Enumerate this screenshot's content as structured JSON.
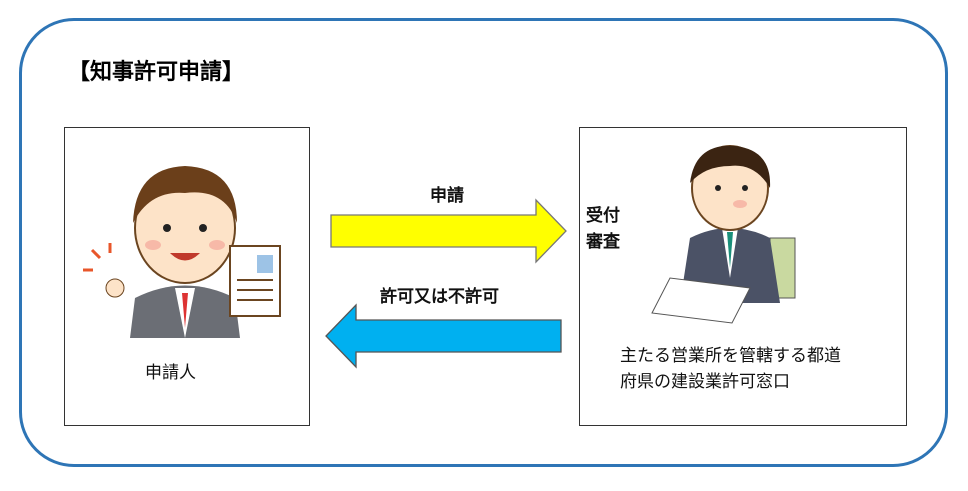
{
  "title": "【知事許可申請】",
  "applicant": {
    "label": "申請人"
  },
  "office": {
    "label_line1": "主たる営業所を管轄する都道",
    "label_line2": "府県の建設業許可窓口",
    "stage_line1": "受付",
    "stage_line2": "審査"
  },
  "arrows": {
    "apply": {
      "label": "申請",
      "color": "#ffff00"
    },
    "result": {
      "label": "許可又は不許可",
      "color": "#00b0f0"
    }
  },
  "colors": {
    "frame": "#2e75b6"
  }
}
